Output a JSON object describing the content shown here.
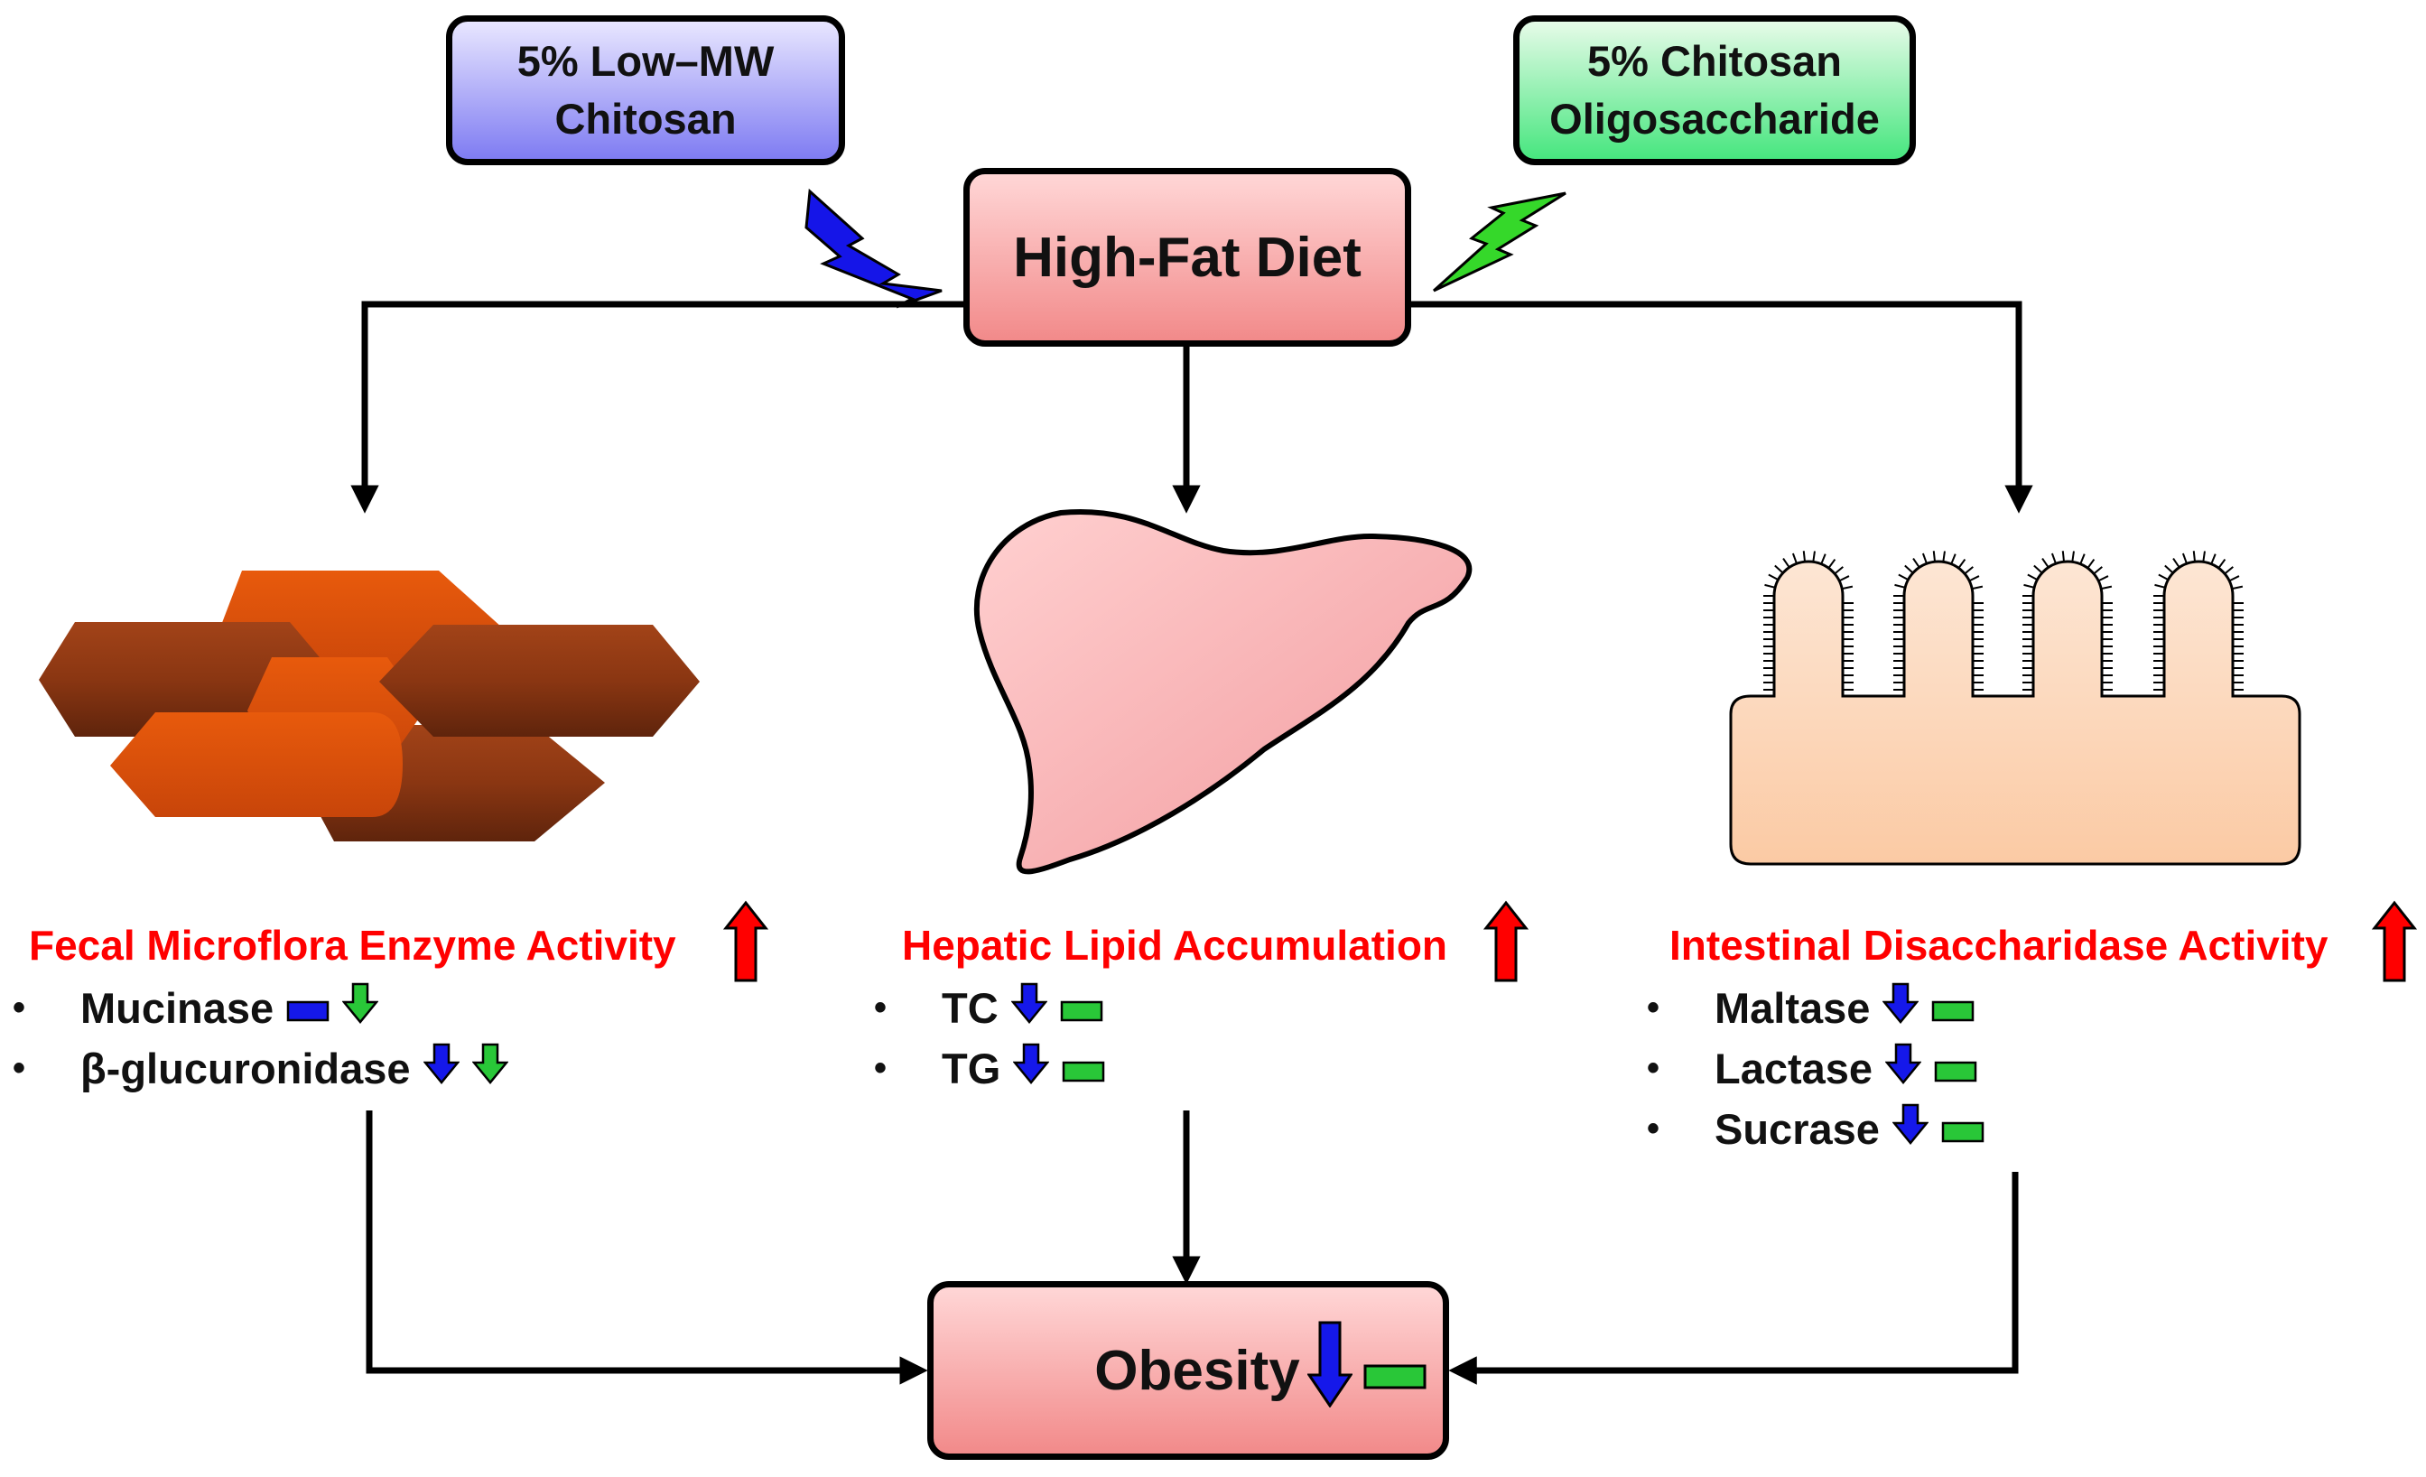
{
  "boxes": {
    "low_mw": [
      "5% Low–MW",
      "Chitosan"
    ],
    "oligo": [
      "5% Chitosan",
      "Oligosaccharide"
    ],
    "high_fat_diet": "High-Fat Diet",
    "obesity": "Obesity"
  },
  "columns": {
    "fecal": {
      "heading": "Fecal Microflora Enzyme Activity",
      "items": [
        {
          "label": "Mucinase",
          "low_mw": "no-change",
          "oligo": "decrease"
        },
        {
          "label": "β-glucuronidase",
          "low_mw": "decrease",
          "oligo": "decrease"
        }
      ]
    },
    "hepatic": {
      "heading": "Hepatic Lipid Accumulation",
      "items": [
        {
          "label": "TC",
          "low_mw": "decrease",
          "oligo": "no-change"
        },
        {
          "label": "TG",
          "low_mw": "decrease",
          "oligo": "no-change"
        }
      ]
    },
    "intestinal": {
      "heading": "Intestinal Disaccharidase Activity",
      "items": [
        {
          "label": "Maltase",
          "low_mw": "decrease",
          "oligo": "no-change"
        },
        {
          "label": "Lactase",
          "low_mw": "decrease",
          "oligo": "no-change"
        },
        {
          "label": "Sucrase",
          "low_mw": "decrease",
          "oligo": "no-change"
        }
      ]
    }
  },
  "bullet": "•",
  "colors": {
    "increase": "#ff0000",
    "low_mw": "#1518ea",
    "oligo": "#29c738",
    "heading": "#ff0000",
    "box_pink": "#f28a8a",
    "bacteria_light": "#e8560a",
    "bacteria_dark": "#7a2e12",
    "liver": "#f8b4b6",
    "intestine": "#fcd6b8"
  },
  "icons": [
    "lightning-bolt-icon",
    "bacteria-icon",
    "liver-icon",
    "intestinal-villi-icon",
    "up-arrow-icon",
    "down-arrow-icon",
    "no-change-bar-icon"
  ]
}
